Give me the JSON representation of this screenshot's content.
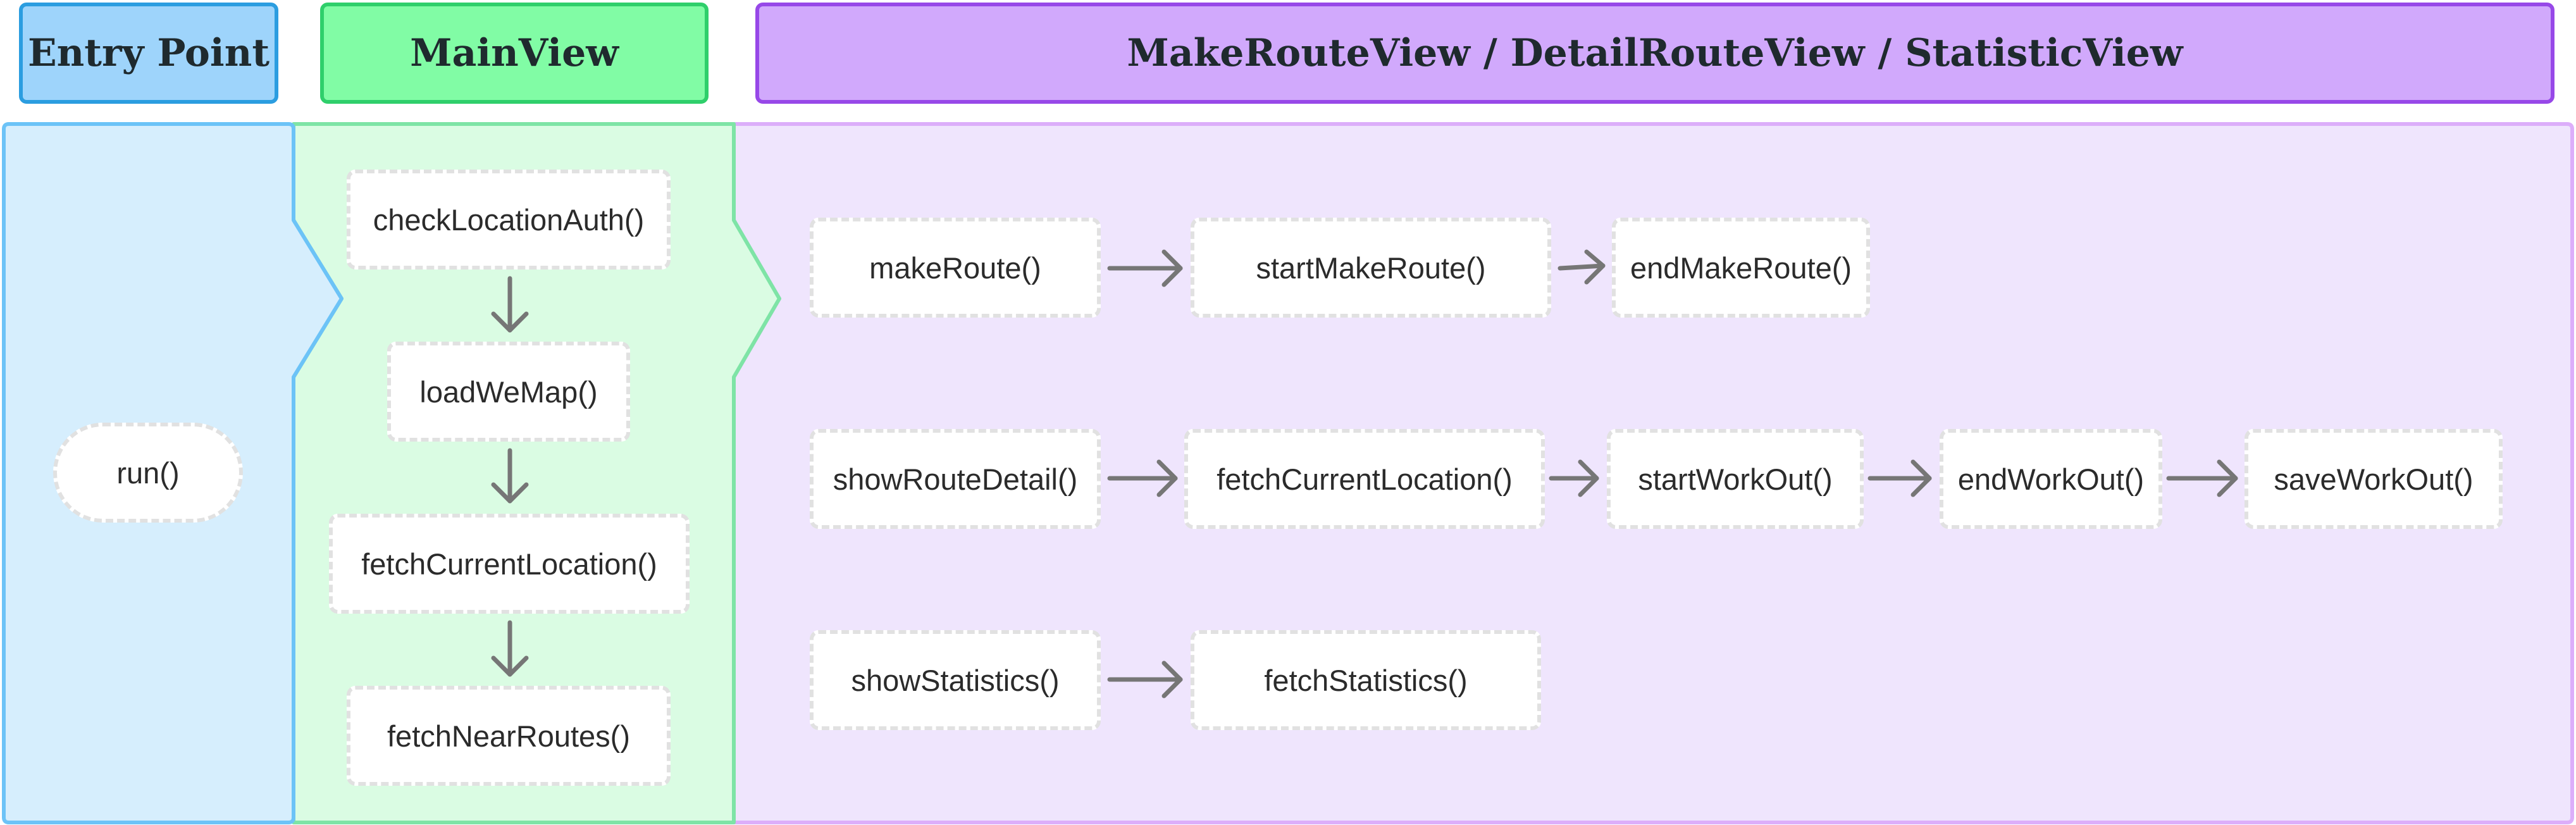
{
  "headers": {
    "entry": "Entry Point",
    "main": "MainView",
    "views": "MakeRouteView / DetailRouteView / StatisticView"
  },
  "entry": {
    "run": "run()"
  },
  "main": {
    "check_location_auth": "checkLocationAuth()",
    "load_we_map": "loadWeMap()",
    "fetch_current_location": "fetchCurrentLocation()",
    "fetch_near_routes": "fetchNearRoutes()"
  },
  "views": {
    "make_route": "makeRoute()",
    "start_make_route": "startMakeRoute()",
    "end_make_route": "endMakeRoute()",
    "show_route_detail": "showRouteDetail()",
    "fetch_current_location": "fetchCurrentLocation()",
    "start_work_out": "startWorkOut()",
    "end_work_out": "endWorkOut()",
    "save_work_out": "saveWorkOut()",
    "show_statistics": "showStatistics()",
    "fetch_statistics": "fetchStatistics()"
  },
  "colors": {
    "entry_fill": "#d6eefd",
    "entry_stroke": "#6cc3f7",
    "main_fill": "#dafce3",
    "main_stroke": "#7ee4a6",
    "views_fill": "#efe5fd",
    "views_stroke": "#dcaefa",
    "arrow": "#767676"
  }
}
